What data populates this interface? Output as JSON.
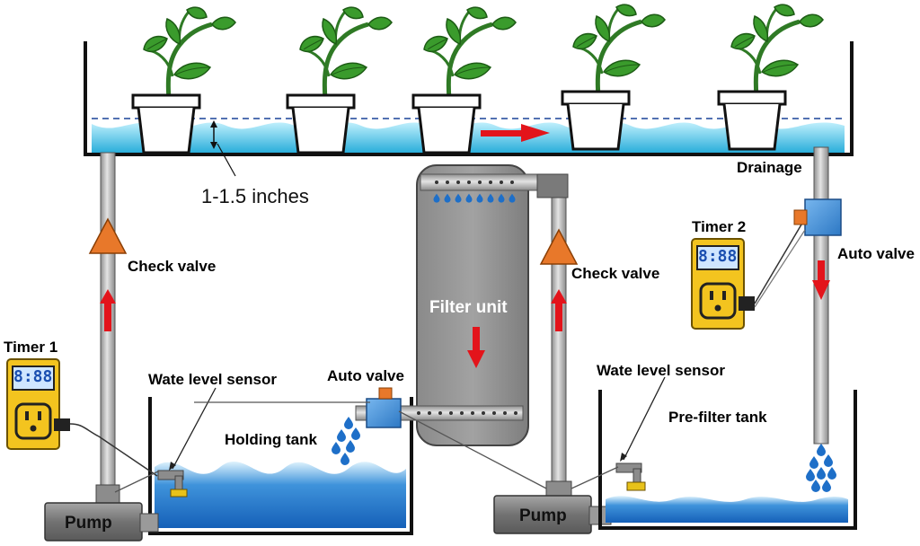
{
  "labels": {
    "depth": "1-1.5 inches",
    "drainage": "Drainage",
    "timer1": "Timer 1",
    "timer2": "Timer 2",
    "check_valve_left": "Check valve",
    "check_valve_mid": "Check valve",
    "auto_valve_right": "Auto valve",
    "auto_valve_mid": "Auto valve",
    "filter_unit": "Filter unit",
    "water_sensor_left": "Wate   level sensor",
    "water_sensor_right": "Wate   level sensor",
    "holding_tank": "Holding tank",
    "prefilter_tank": "Pre-filter tank",
    "pump_left": "Pump",
    "pump_right": "Pump"
  },
  "timer_display": {
    "timer1": "8:88",
    "timer2": "8:88"
  },
  "colors": {
    "water_light": "#39b8e0",
    "water_dark": "#1c6fc4",
    "pipe": "#b8b8b8",
    "filter": "#8e8e8e",
    "timer": "#f3c41f",
    "valve": "#3d8fd8",
    "check_valve": "#e8782a",
    "arrow": "#e3141b",
    "pump": "#7c7c7c"
  },
  "icons": {
    "plant": "plant-icon",
    "timer": "timer-icon",
    "check_valve": "check-valve-icon",
    "auto_valve": "auto-valve-icon",
    "sensor": "water-level-sensor-icon",
    "flow": "flow-arrow-icon",
    "drop": "water-drop-icon"
  }
}
